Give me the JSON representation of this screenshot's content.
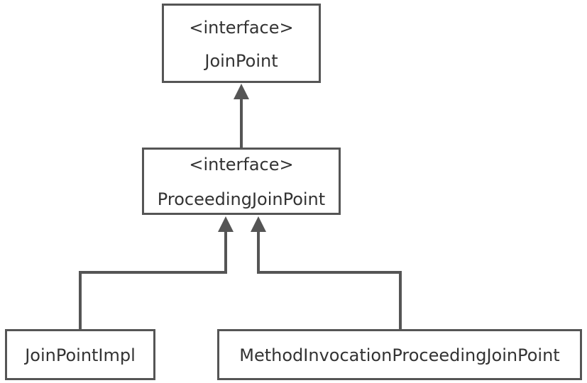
{
  "diagram": {
    "joinpoint": {
      "stereotype": "<interface>",
      "name": "JoinPoint"
    },
    "proceeding_join_point": {
      "stereotype": "<interface>",
      "name": "ProceedingJoinPoint"
    },
    "join_point_impl": {
      "name": "JoinPointImpl"
    },
    "method_invocation_pjp": {
      "name": "MethodInvocationProceedingJoinPoint"
    },
    "colors": {
      "line": "#555555",
      "text": "#333333",
      "background": "#ffffff"
    }
  }
}
